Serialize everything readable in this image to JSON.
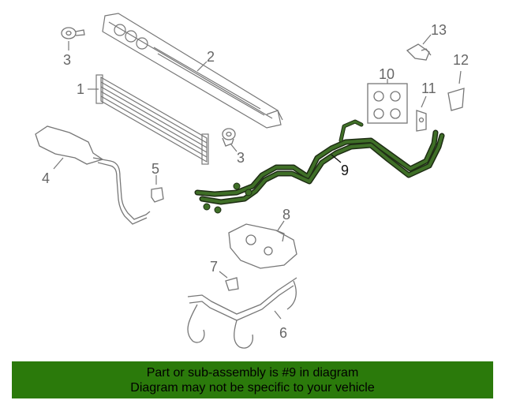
{
  "callouts": {
    "c1": "1",
    "c2": "2",
    "c3a": "3",
    "c3b": "3",
    "c4": "4",
    "c5": "5",
    "c6": "6",
    "c7": "7",
    "c8": "8",
    "c9": "9",
    "c10": "10",
    "c11": "11",
    "c12": "12",
    "c13": "13"
  },
  "banner": {
    "line1": "Part or sub-assembly is #9 in diagram",
    "line2": "Diagram may not be specific to your vehicle"
  },
  "colors": {
    "highlight": "#3f6f27",
    "banner_bg": "#2b7a0b",
    "line_art": "#777777"
  }
}
